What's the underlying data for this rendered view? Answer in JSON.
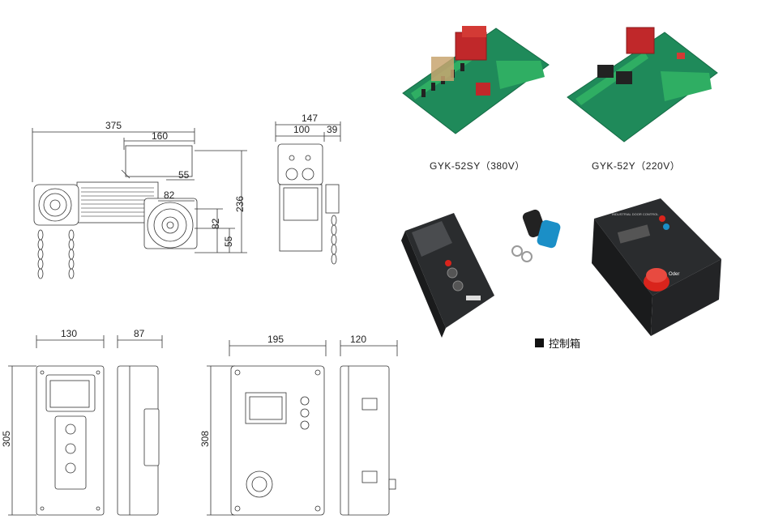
{
  "motor_dims": {
    "d375": "375",
    "d160": "160",
    "d55a": "55",
    "d82a": "82",
    "d82b": "82",
    "d55b": "55",
    "d236": "236",
    "d147": "147",
    "d100": "100",
    "d39": "39"
  },
  "box1_dims": {
    "d130": "130",
    "d87": "87",
    "d305": "305"
  },
  "box2_dims": {
    "d195": "195",
    "d120": "120",
    "d308": "308"
  },
  "boards": [
    {
      "label": "GYK-52SY（380V）"
    },
    {
      "label": "GYK-52Y（220V）"
    }
  ],
  "control_box_label": "控制箱",
  "box_panel_text": "INDUSTRIAL DOOR CONTROL",
  "brand_text": "Oder",
  "colors": {
    "pcb": "#1f8a5a",
    "terminal": "#2fae63",
    "relay": "#c0282a",
    "enclosure": "#2a2c2e",
    "estop": "#d9241c",
    "remote_blue": "#1b8fc7"
  }
}
